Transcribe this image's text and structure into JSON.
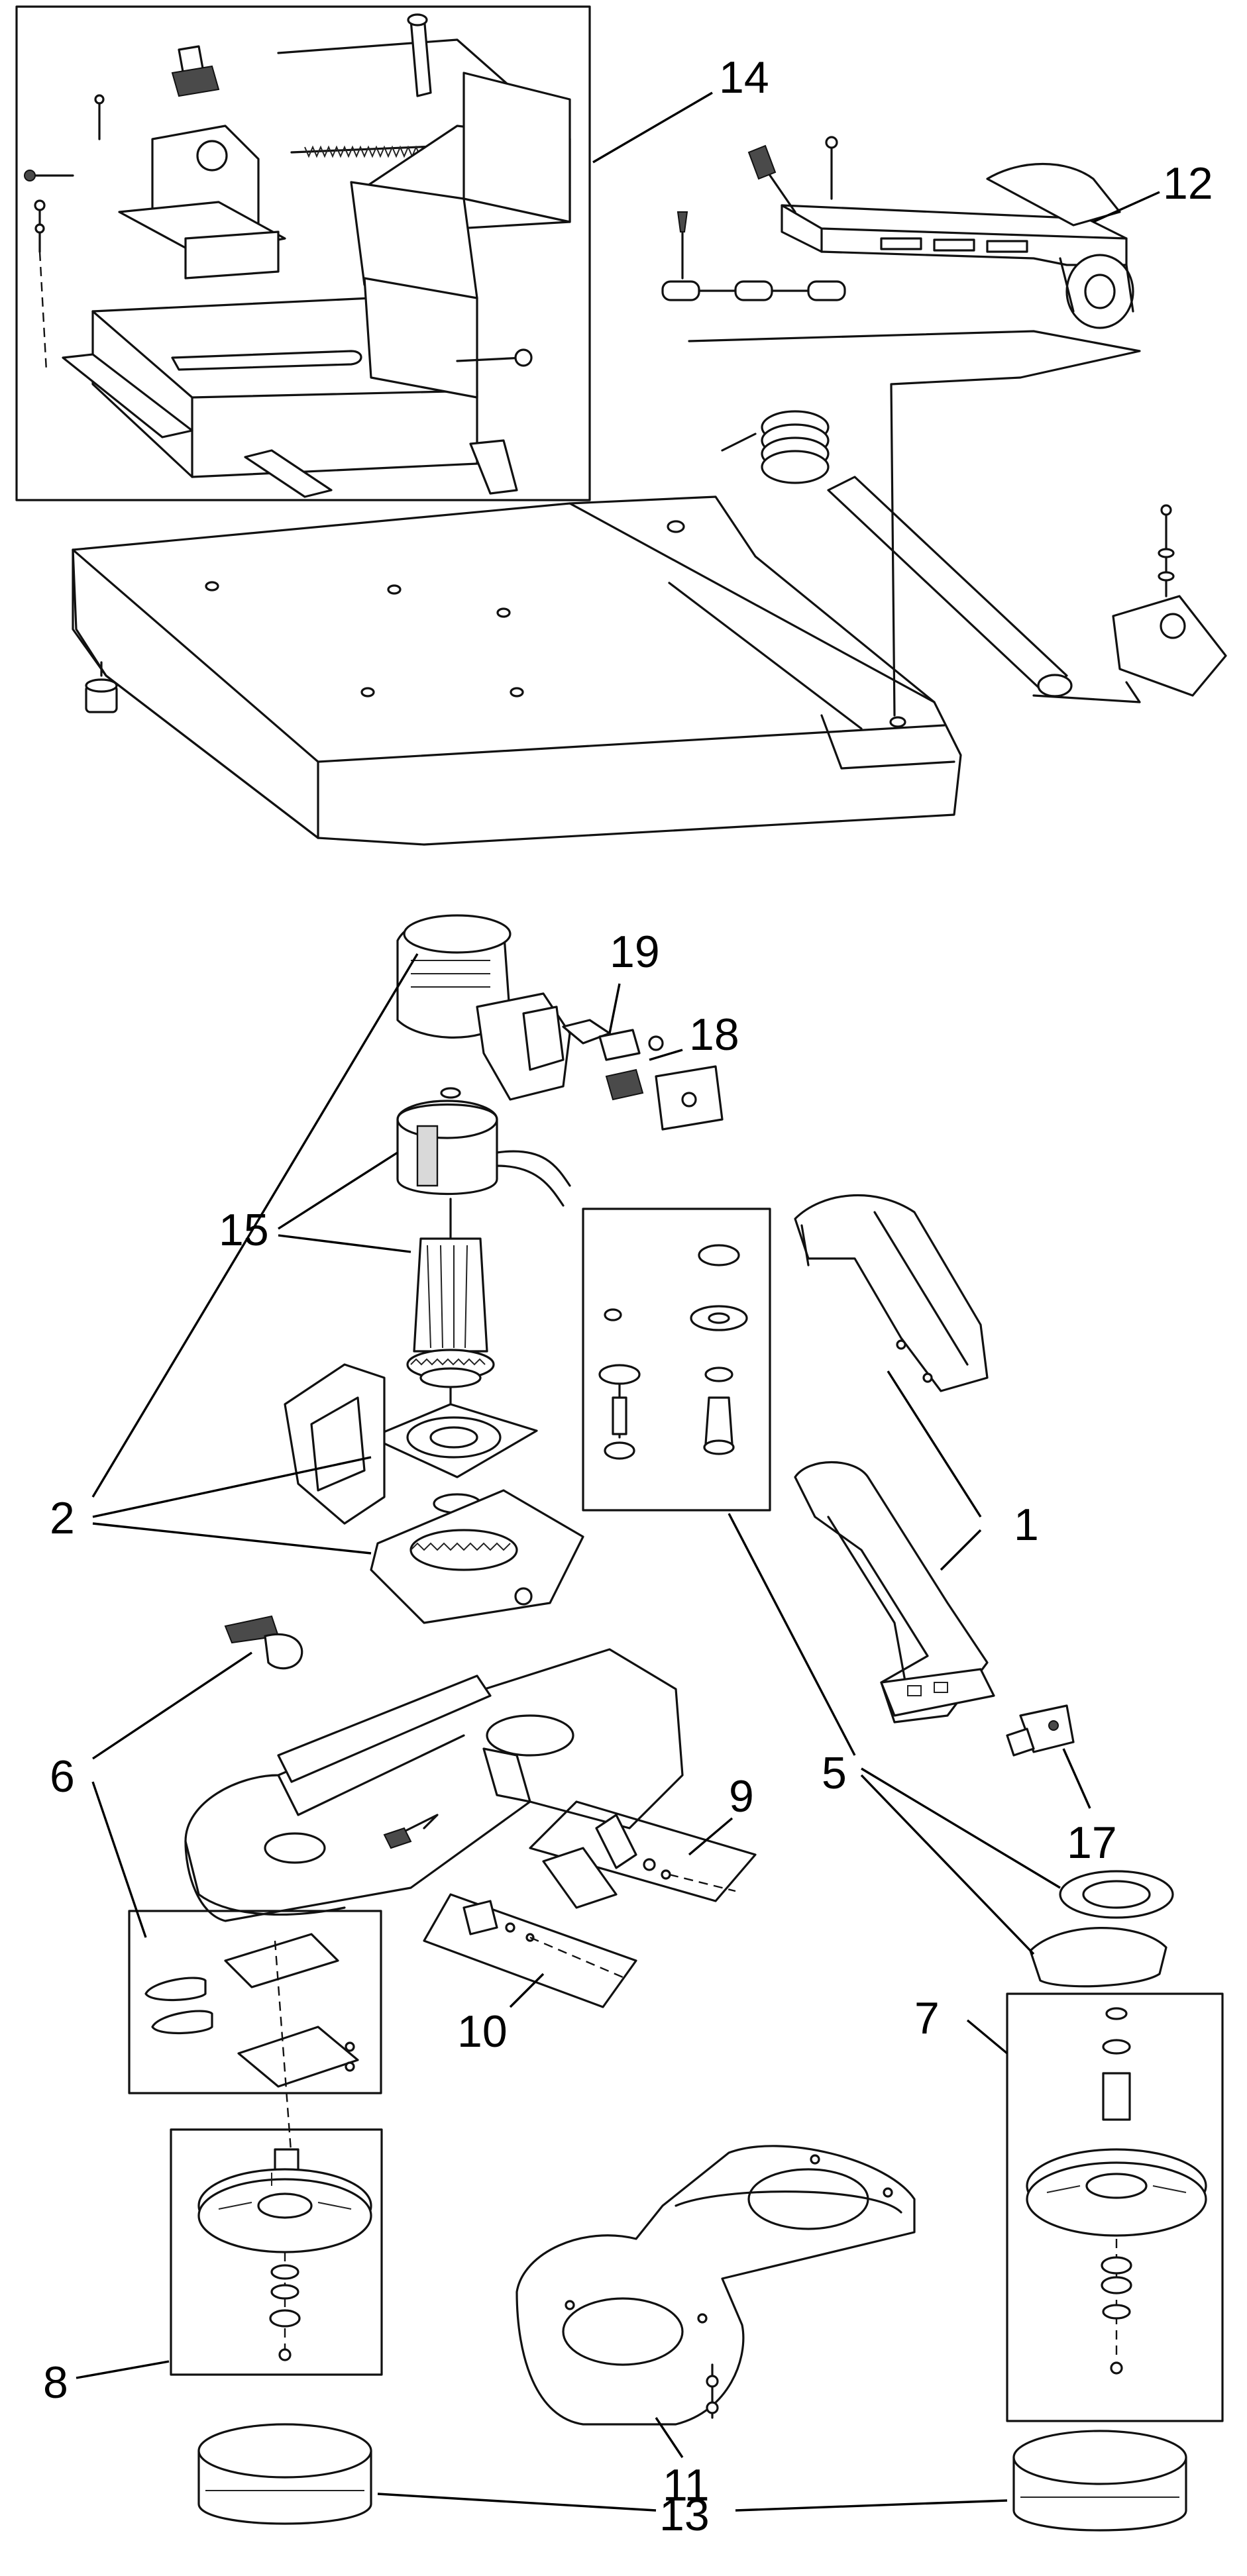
{
  "diagram": {
    "type": "exploded-parts-diagram",
    "callouts": [
      {
        "id": "c14",
        "label": "14"
      },
      {
        "id": "c12",
        "label": "12"
      },
      {
        "id": "c19",
        "label": "19"
      },
      {
        "id": "c18",
        "label": "18"
      },
      {
        "id": "c15",
        "label": "15"
      },
      {
        "id": "c2",
        "label": "2"
      },
      {
        "id": "c1",
        "label": "1"
      },
      {
        "id": "c17",
        "label": "17"
      },
      {
        "id": "c6",
        "label": "6"
      },
      {
        "id": "c5",
        "label": "5"
      },
      {
        "id": "c9",
        "label": "9"
      },
      {
        "id": "c10",
        "label": "10"
      },
      {
        "id": "c7",
        "label": "7"
      },
      {
        "id": "c8",
        "label": "8"
      },
      {
        "id": "c11",
        "label": "11"
      },
      {
        "id": "c13",
        "label": "13"
      }
    ]
  }
}
